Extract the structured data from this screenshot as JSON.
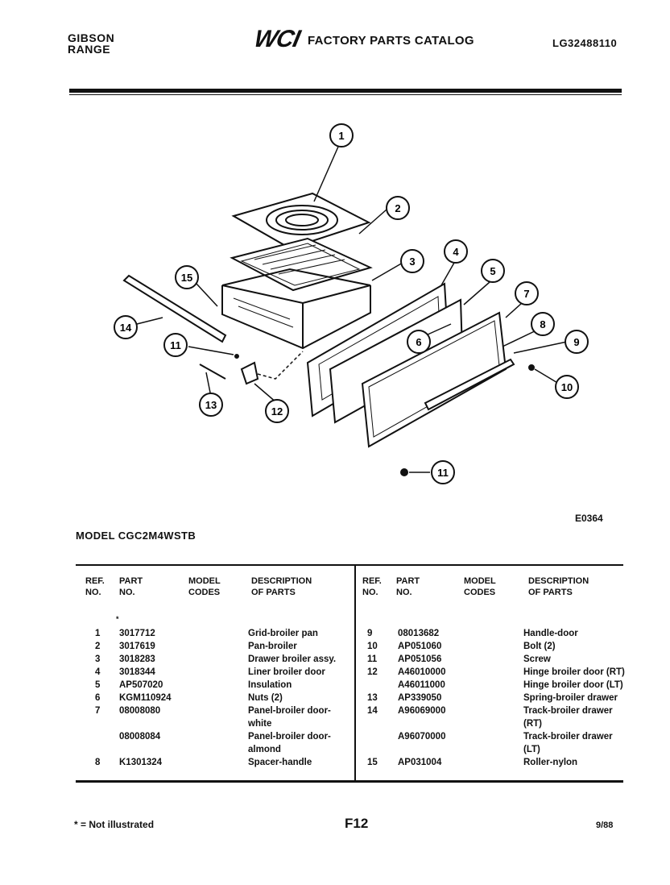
{
  "header": {
    "brand_line1": "GIBSON",
    "brand_line2": "RANGE",
    "logo_text": "WCI",
    "catalog_title": "FACTORY PARTS CATALOG",
    "catalog_code": "LG32488110"
  },
  "diagram": {
    "code": "E0364",
    "callouts": [
      "1",
      "2",
      "3",
      "4",
      "5",
      "6",
      "7",
      "8",
      "9",
      "10",
      "11",
      "11",
      "12",
      "13",
      "14",
      "15"
    ]
  },
  "model": "MODEL CGC2M4WSTB",
  "table": {
    "headers": {
      "ref": [
        "REF.",
        "NO."
      ],
      "part": [
        "PART",
        "NO."
      ],
      "model": [
        "MODEL",
        "CODES"
      ],
      "desc": [
        "DESCRIPTION",
        "OF PARTS"
      ]
    },
    "star": "*",
    "left_rows": [
      {
        "ref": "1",
        "part": "3017712",
        "desc": [
          "Grid-broiler pan"
        ]
      },
      {
        "ref": "2",
        "part": "3017619",
        "desc": [
          "Pan-broiler"
        ]
      },
      {
        "ref": "3",
        "part": "3018283",
        "desc": [
          "Drawer broiler assy."
        ]
      },
      {
        "ref": "4",
        "part": "3018344",
        "desc": [
          "Liner broiler door"
        ]
      },
      {
        "ref": "5",
        "part": "AP507020",
        "desc": [
          "Insulation"
        ]
      },
      {
        "ref": "6",
        "part": "KGM110924",
        "desc": [
          "Nuts (2)"
        ]
      },
      {
        "ref": "7",
        "part": "08008080",
        "desc": [
          "Panel-broiler door-",
          "white"
        ]
      },
      {
        "ref": "",
        "part": "08008084",
        "desc": [
          "Panel-broiler door-",
          "almond"
        ]
      },
      {
        "ref": "8",
        "part": "K1301324",
        "desc": [
          "Spacer-handle"
        ]
      }
    ],
    "right_rows": [
      {
        "ref": "9",
        "part": "08013682",
        "desc": [
          "Handle-door"
        ]
      },
      {
        "ref": "10",
        "part": "AP051060",
        "desc": [
          "Bolt (2)"
        ]
      },
      {
        "ref": "11",
        "part": "AP051056",
        "desc": [
          "Screw"
        ]
      },
      {
        "ref": "12",
        "part": "A46010000",
        "desc": [
          "Hinge broiler door (RT)"
        ]
      },
      {
        "ref": "",
        "part": "A46011000",
        "desc": [
          "Hinge broiler door (LT)"
        ]
      },
      {
        "ref": "13",
        "part": "AP339050",
        "desc": [
          "Spring-broiler drawer"
        ]
      },
      {
        "ref": "14",
        "part": "A96069000",
        "desc": [
          "Track-broiler drawer",
          "(RT)"
        ]
      },
      {
        "ref": "",
        "part": "A96070000",
        "desc": [
          "Track-broiler drawer",
          "(LT)"
        ]
      },
      {
        "ref": "15",
        "part": "AP031004",
        "desc": [
          "Roller-nylon"
        ]
      }
    ]
  },
  "footer": {
    "note": "* = Not illustrated",
    "page": "F12",
    "date": "9/88"
  }
}
